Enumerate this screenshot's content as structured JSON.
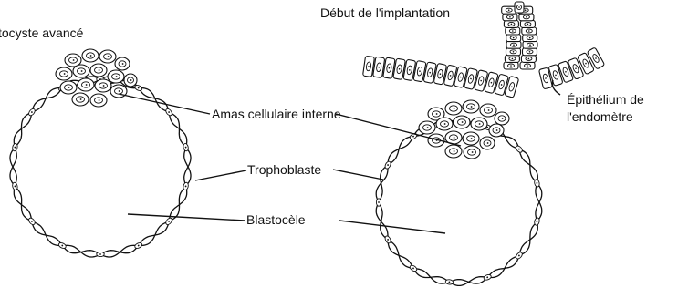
{
  "labels": {
    "advanced_blastocyst": "tocyste avancé",
    "implantation_start": "Début de l'implantation",
    "inner_cell_mass": "Amas cellulaire interne",
    "trophoblast": "Trophoblaste",
    "blastocoel": "Blastocèle",
    "endometrium_line1": "Épithélium de",
    "endometrium_line2": "l'endomètre"
  }
}
